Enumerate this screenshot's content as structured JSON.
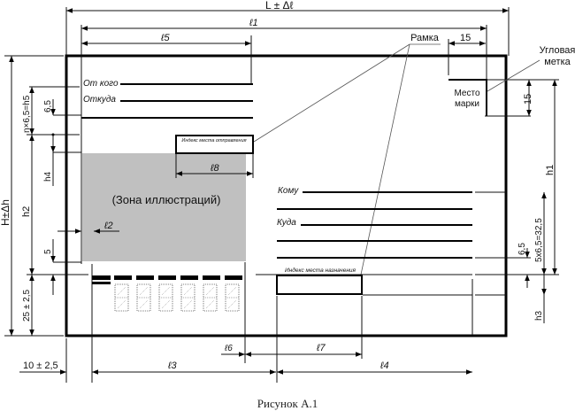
{
  "figure": {
    "caption": "Рисунок А.1",
    "colors": {
      "ink": "#000000",
      "illustration_zone": "#c0c0c0",
      "background": "#ffffff"
    }
  },
  "dimensions": {
    "L": "L ± Δℓ",
    "l1": "ℓ1",
    "l5": "ℓ5",
    "l8_top": "ℓ8",
    "l2": "ℓ2",
    "l3": "ℓ3",
    "l6": "ℓ6",
    "l7": "ℓ7",
    "l4": "ℓ4",
    "stamp_width": "15",
    "stamp_height": "15",
    "H": "H±Δh",
    "h5": "n×6,5=h5",
    "step_left": "6,5",
    "h4": "h4",
    "h2": "h2",
    "five": "5",
    "bottom_band": "25 ± 2,5",
    "left_margin": "10 ± 2,5",
    "h1": "h1",
    "step_right": "6,5",
    "recipient_lines": "5x6,5=32,5",
    "h3": "h3"
  },
  "labels": {
    "frame": "Рамка",
    "corner_mark": [
      "Угловая",
      "метка"
    ],
    "stamp_place": [
      "Место",
      "марки"
    ],
    "illustration_zone": "(Зона иллюстраций)"
  },
  "sender": {
    "from_whom": "От кого",
    "from_where": "Откуда",
    "index_label": "Индекс места отправления"
  },
  "recipient": {
    "to_whom": "Кому",
    "to_where": "Куда",
    "index_label": "Индекс места назначения"
  },
  "postcode": {
    "digit_count": 6
  }
}
